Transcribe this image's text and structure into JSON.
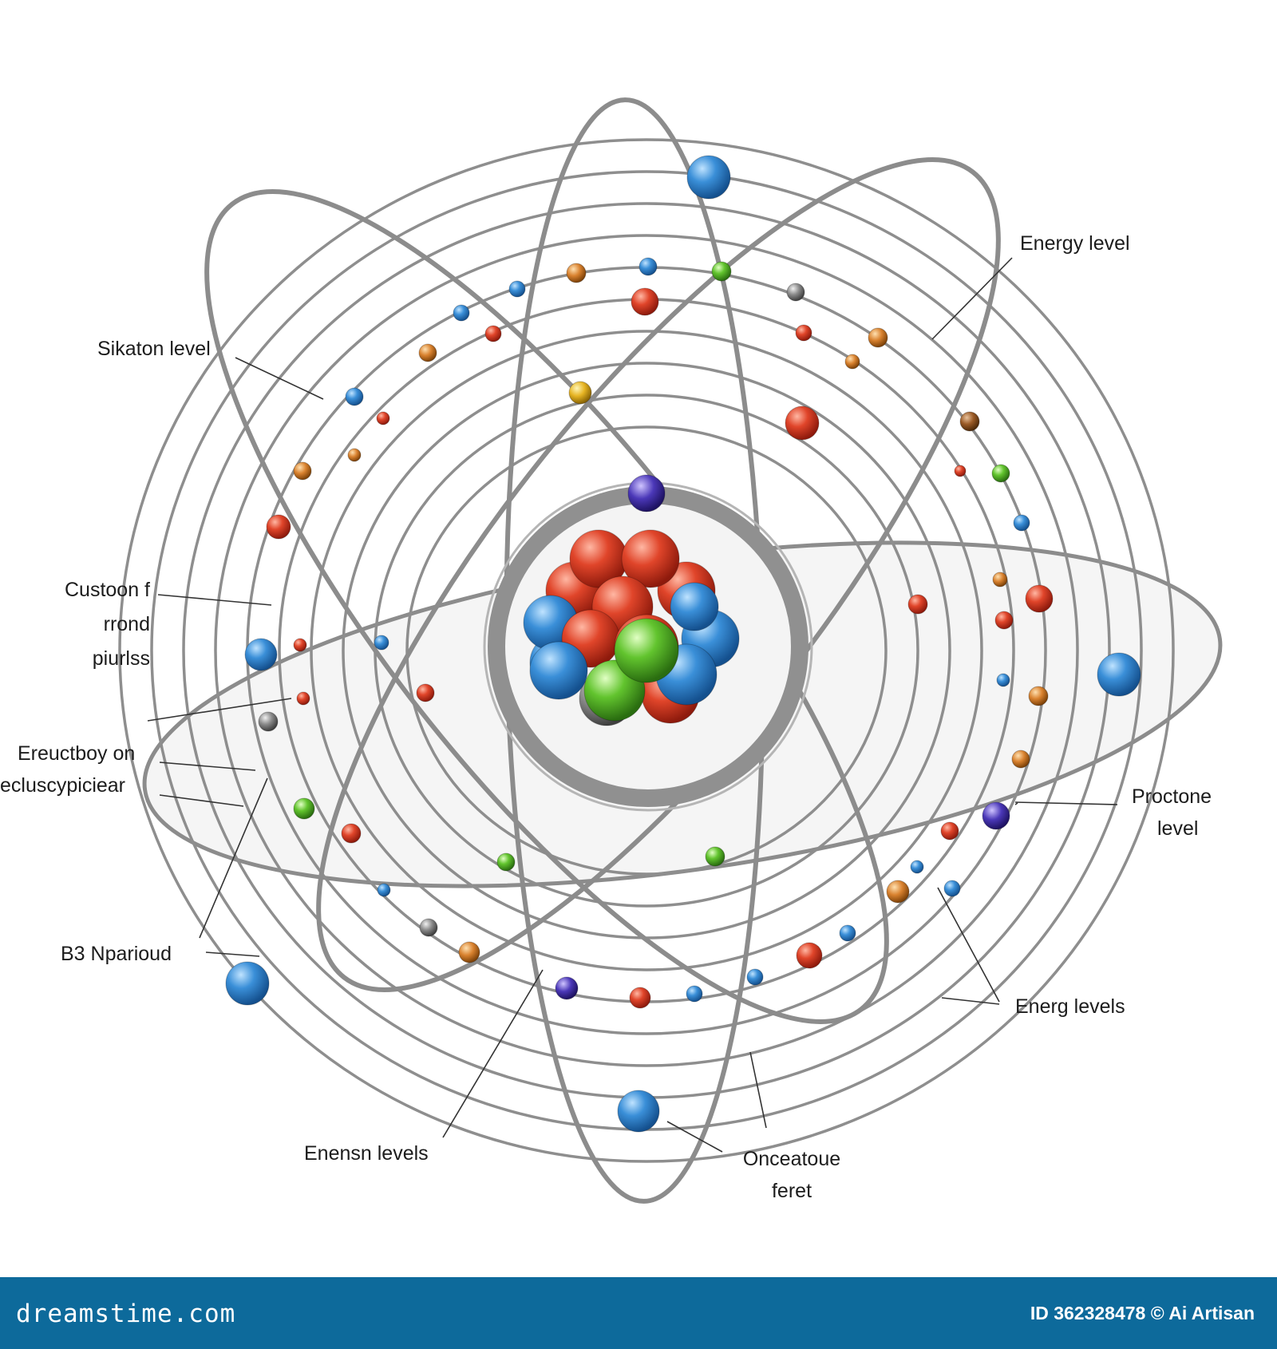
{
  "labels": {
    "energy_level_top": "Energy level",
    "sikaton_level": "Sikaton level",
    "custoon": [
      "Custoon f",
      "rrond",
      "piurlss"
    ],
    "ereuctboy": [
      "Ereuctboy on",
      "ecluscypiciear"
    ],
    "proctone": [
      "Proctone",
      "level"
    ],
    "b3_nparioud": "B3 Nparioud",
    "energ_levels": "Energ levels",
    "enensn_levels": "Enensn levels",
    "onceatoue": [
      "Onceatoue",
      "feret"
    ]
  },
  "footer": {
    "brand": "dreamstime.com",
    "image_id": "ID 362328478 © Ai Artisan"
  },
  "colors": {
    "orbit": "#8e8e8e",
    "footer_bg": "#0d6a9b",
    "proton": "#e04a2a",
    "neutron": "#2f86d6",
    "green_particle": "#58c52c"
  }
}
